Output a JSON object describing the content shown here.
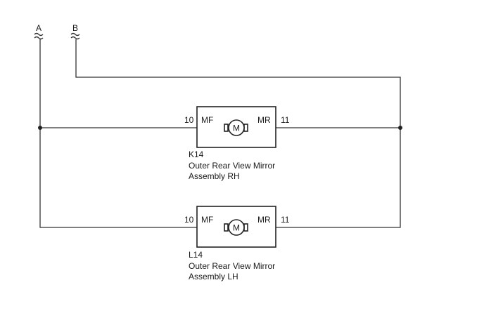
{
  "terminals": [
    {
      "id": "A",
      "label": "A"
    },
    {
      "id": "B",
      "label": "B"
    }
  ],
  "components": [
    {
      "code": "K14",
      "name_line1": "Outer Rear View Mirror",
      "name_line2": "Assembly RH",
      "left_pin": "10",
      "left_label": "MF",
      "right_pin": "11",
      "right_label": "MR",
      "symbol": "M"
    },
    {
      "code": "L14",
      "name_line1": "Outer Rear View Mirror",
      "name_line2": "Assembly LH",
      "left_pin": "10",
      "left_label": "MF",
      "right_pin": "11",
      "right_label": "MR",
      "symbol": "M"
    }
  ],
  "colors": {
    "wire": "#333333",
    "box": "#222222"
  }
}
